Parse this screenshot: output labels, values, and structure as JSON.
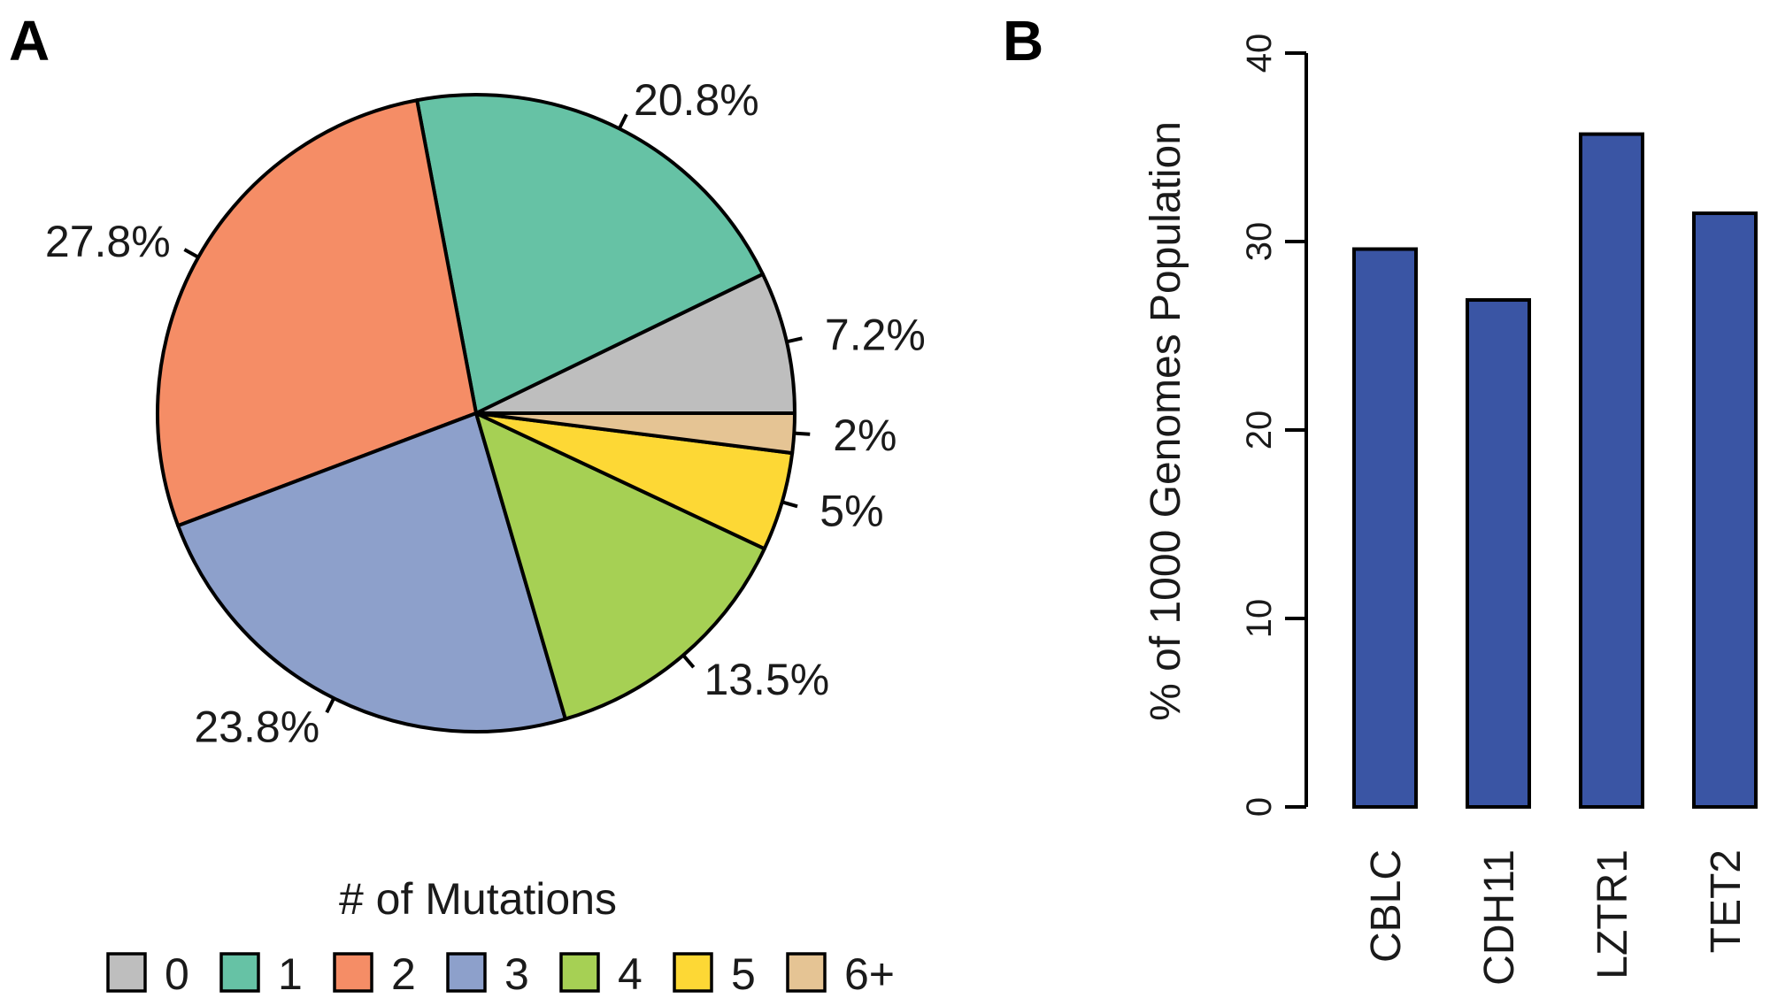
{
  "panels": {
    "a_label": "A",
    "b_label": "B"
  },
  "chart_data": [
    {
      "type": "pie",
      "slices": [
        {
          "category": "0",
          "value": 7.2,
          "label": "7.2%",
          "color": "#bebebe"
        },
        {
          "category": "1",
          "value": 20.8,
          "label": "20.8%",
          "color": "#66c2a5"
        },
        {
          "category": "2",
          "value": 27.8,
          "label": "27.8%",
          "color": "#f58d66"
        },
        {
          "category": "3",
          "value": 23.8,
          "label": "23.8%",
          "color": "#8da0cb"
        },
        {
          "category": "4",
          "value": 13.5,
          "label": "13.5%",
          "color": "#a6d054"
        },
        {
          "category": "5",
          "value": 5,
          "label": "5%",
          "color": "#fdd835"
        },
        {
          "category": "6+",
          "value": 2,
          "label": "2%",
          "color": "#e5c494"
        }
      ],
      "legend": {
        "title": "# of Mutations",
        "placement": "bottom",
        "entries": [
          "0",
          "1",
          "2",
          "3",
          "4",
          "5",
          "6+"
        ]
      },
      "direction": "counter-clockwise from 3 o'clock"
    },
    {
      "type": "bar",
      "categories": [
        "CBLC",
        "CDH11",
        "LZTR1",
        "TET2"
      ],
      "values": [
        29.6,
        26.9,
        35.7,
        31.5
      ],
      "ylabel": "% of 1000 Genomes Population",
      "ylim": [
        0,
        40
      ],
      "yticks": [
        "0",
        "10",
        "20",
        "30",
        "40"
      ],
      "bar_color": "#3a55a4",
      "grid": false
    }
  ]
}
